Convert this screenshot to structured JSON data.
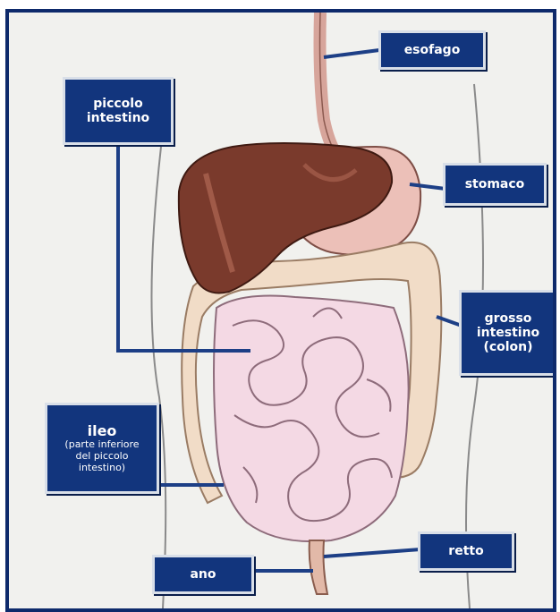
{
  "labels": {
    "esofago": [
      "esofago"
    ],
    "piccolo_intestino": [
      "piccolo",
      "intestino"
    ],
    "stomaco": [
      "stomaco"
    ],
    "grosso_intestino": [
      "grosso",
      "intestino",
      "(colon)"
    ],
    "ileo": [
      "ileo",
      "(parte inferiore",
      "del piccolo",
      "intestino)"
    ],
    "retto": [
      "retto"
    ],
    "ano": [
      "ano"
    ]
  },
  "colors": {
    "label_bg": "#12357d",
    "label_border": "#d9dfe8",
    "frame": "#0e2a6b",
    "liver": "#7a3a2c",
    "stomach": "#ecc0b8",
    "colon": "#f1dcc7",
    "small_intestine": "#f4d9e4"
  }
}
